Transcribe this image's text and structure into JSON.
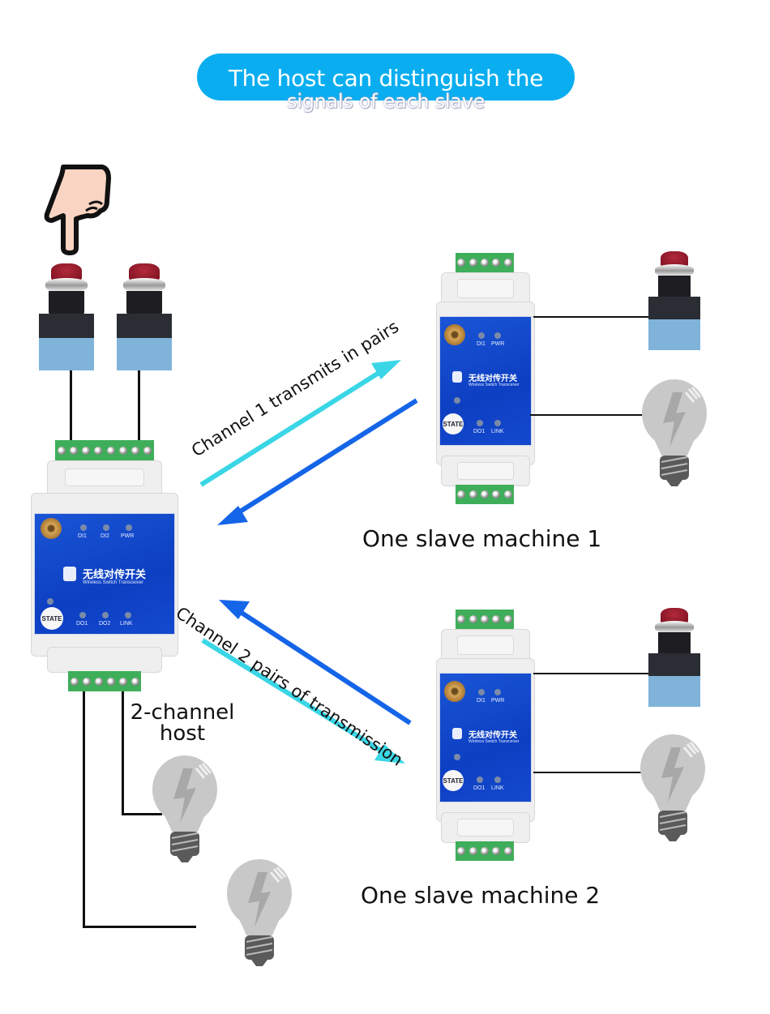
{
  "banner": {
    "line1": "The host can distinguish the",
    "line2": "signals of each slave",
    "color": "#0aaef0"
  },
  "host": {
    "label_line1": "2-channel",
    "label_line2": "host",
    "brand_cn": "无线对传开关",
    "brand_en": "Wireless Switch Transceiver",
    "leds_top": [
      "DI1",
      "DI2",
      "PWR"
    ],
    "leds_bottom": [
      "DO1",
      "DO2",
      "LINK"
    ],
    "state_button": "STATE"
  },
  "slave1": {
    "label": "One slave machine 1",
    "brand_cn": "无线对传开关",
    "brand_en": "Wireless Switch Transceiver",
    "leds_top": [
      "DI1",
      "PWR"
    ],
    "leds_bottom": [
      "DO1",
      "LINK"
    ],
    "state_button": "STATE"
  },
  "slave2": {
    "label": "One slave machine 2",
    "brand_cn": "无线对传开关",
    "brand_en": "Wireless Switch Transceiver",
    "leds_top": [
      "DI1",
      "PWR"
    ],
    "leds_bottom": [
      "DO1",
      "LINK"
    ],
    "state_button": "STATE"
  },
  "channels": {
    "ch1": "Channel 1 transmits in pairs",
    "ch2": "Channel 2 pairs of transmission",
    "color_light": "#3ad6e6",
    "color_dark": "#1565e8"
  },
  "icons": {
    "hand": "pointing-hand-icon",
    "button": "push-button-icon",
    "bulb": "light-bulb-icon"
  }
}
